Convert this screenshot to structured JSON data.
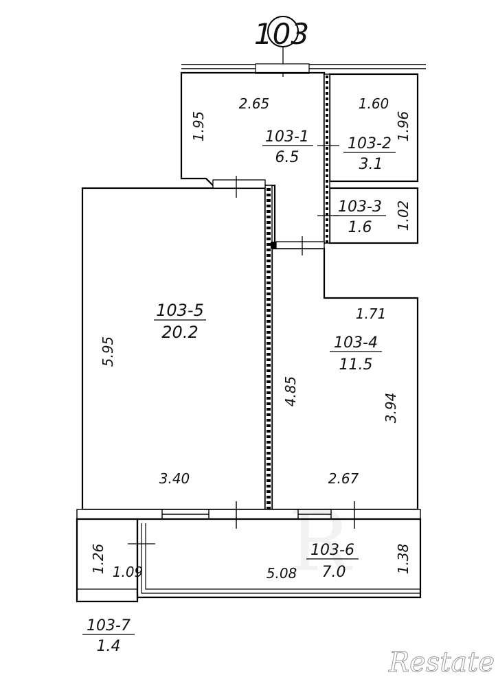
{
  "apartment_number": "103",
  "rooms": [
    {
      "id": "103-1",
      "area": "6.5"
    },
    {
      "id": "103-2",
      "area": "3.1"
    },
    {
      "id": "103-3",
      "area": "1.6"
    },
    {
      "id": "103-4",
      "area": "11.5"
    },
    {
      "id": "103-5",
      "area": "20.2"
    },
    {
      "id": "103-6",
      "area": "7.0"
    },
    {
      "id": "103-7",
      "area": "1.4"
    }
  ],
  "dimensions": {
    "r1_top": "2.65",
    "r1_left": "1.95",
    "r2_top": "1.60",
    "r2_right": "1.96",
    "r3_right": "1.02",
    "r4_top": "1.71",
    "r4_right": "3.94",
    "r4_bottom": "2.67",
    "r5_left": "5.95",
    "r5_bottom": "3.40",
    "wall_mid": "4.85",
    "r6_bottom": "5.08",
    "r6_right": "1.38",
    "r7_left": "1.26",
    "r7_bottom": "1.09"
  },
  "watermark": "Restate"
}
